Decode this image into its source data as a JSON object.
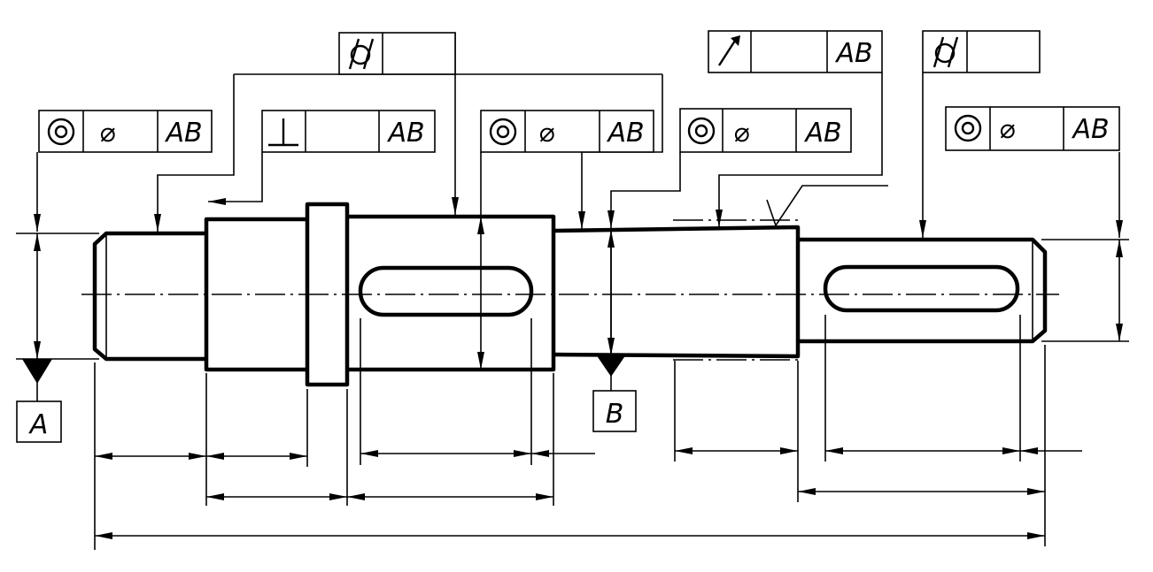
{
  "datum_a": "A",
  "datum_b": "B",
  "fcf_concentricity_1": {
    "symbol": "concentricity-icon",
    "tolerance": "⌀",
    "datums": "AB"
  },
  "fcf_perpendicularity": {
    "symbol": "perpendicularity-icon",
    "tolerance": "",
    "datums": "AB"
  },
  "fcf_cylindricity_1": {
    "symbol": "cylindricity-icon",
    "tolerance": ""
  },
  "fcf_concentricity_2": {
    "symbol": "concentricity-icon",
    "tolerance": "⌀",
    "datums": "AB"
  },
  "fcf_runout": {
    "symbol": "circular-runout-icon",
    "tolerance": "",
    "datums": "AB"
  },
  "fcf_concentricity_3": {
    "symbol": "concentricity-icon",
    "tolerance": "⌀",
    "datums": "AB"
  },
  "fcf_cylindricity_2": {
    "symbol": "cylindricity-icon",
    "tolerance": ""
  },
  "fcf_concentricity_4": {
    "symbol": "concentricity-icon",
    "tolerance": "⌀",
    "datums": "AB"
  }
}
